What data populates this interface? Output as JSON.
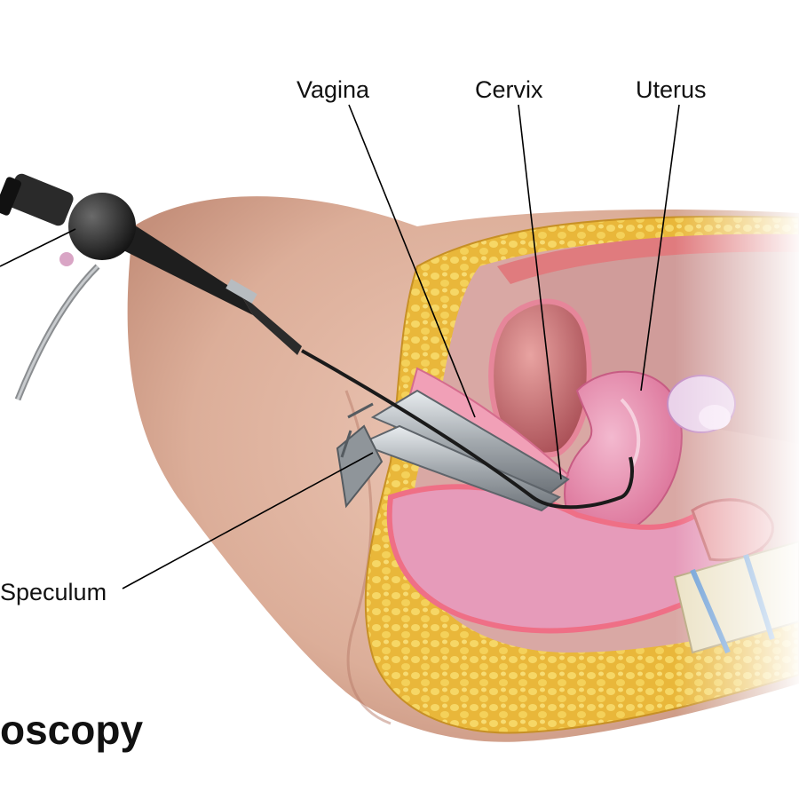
{
  "labels": {
    "vagina": "Vagina",
    "cervix": "Cervix",
    "uterus": "Uterus",
    "speculum": "Speculum"
  },
  "title": "oscopy",
  "colors": {
    "skin": "#e3b7a3",
    "skin_shadow": "#c98f7c",
    "fat": "#f2cb4a",
    "fat_outline": "#d9a92a",
    "muscle": "#e49a9c",
    "uterus": "#e27fa4",
    "uterus_inner": "#f0b3cb",
    "rectum": "#e58fb0",
    "bladder": "#c76b6b",
    "speculum": "#9ea4aa",
    "scope": "#2a2a2a",
    "bone": "#e9dfc0",
    "disc": "#6c9ed6",
    "leader": "#000000"
  }
}
